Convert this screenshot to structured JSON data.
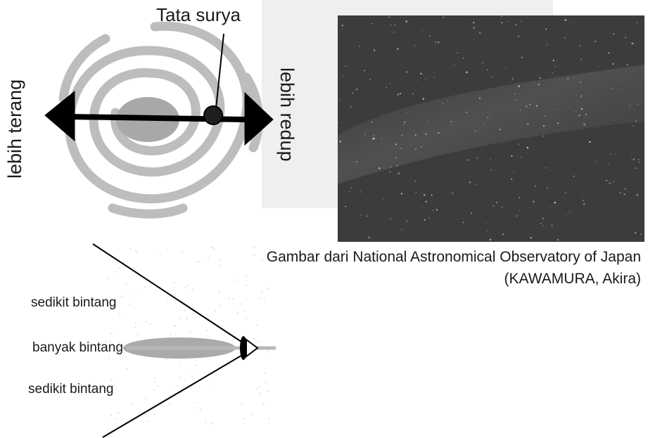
{
  "labels": {
    "solar_system": "Tata surya",
    "brighter": "lebih terang",
    "dimmer": "lebih redup",
    "few_stars_top": "sedikit bintang",
    "many_stars": "banyak bintang",
    "few_stars_bottom": "sedikit bintang"
  },
  "caption": {
    "line1": "Gambar dari National Astronomical Observatory of Japan",
    "line2": "(KAWAMURA, Akira)"
  },
  "colors": {
    "spiral": "#bdbdbd",
    "core": "#a8a8a8",
    "arrow": "#000000",
    "photo_sky": "#3c3c3c",
    "panel": "#efefef"
  }
}
